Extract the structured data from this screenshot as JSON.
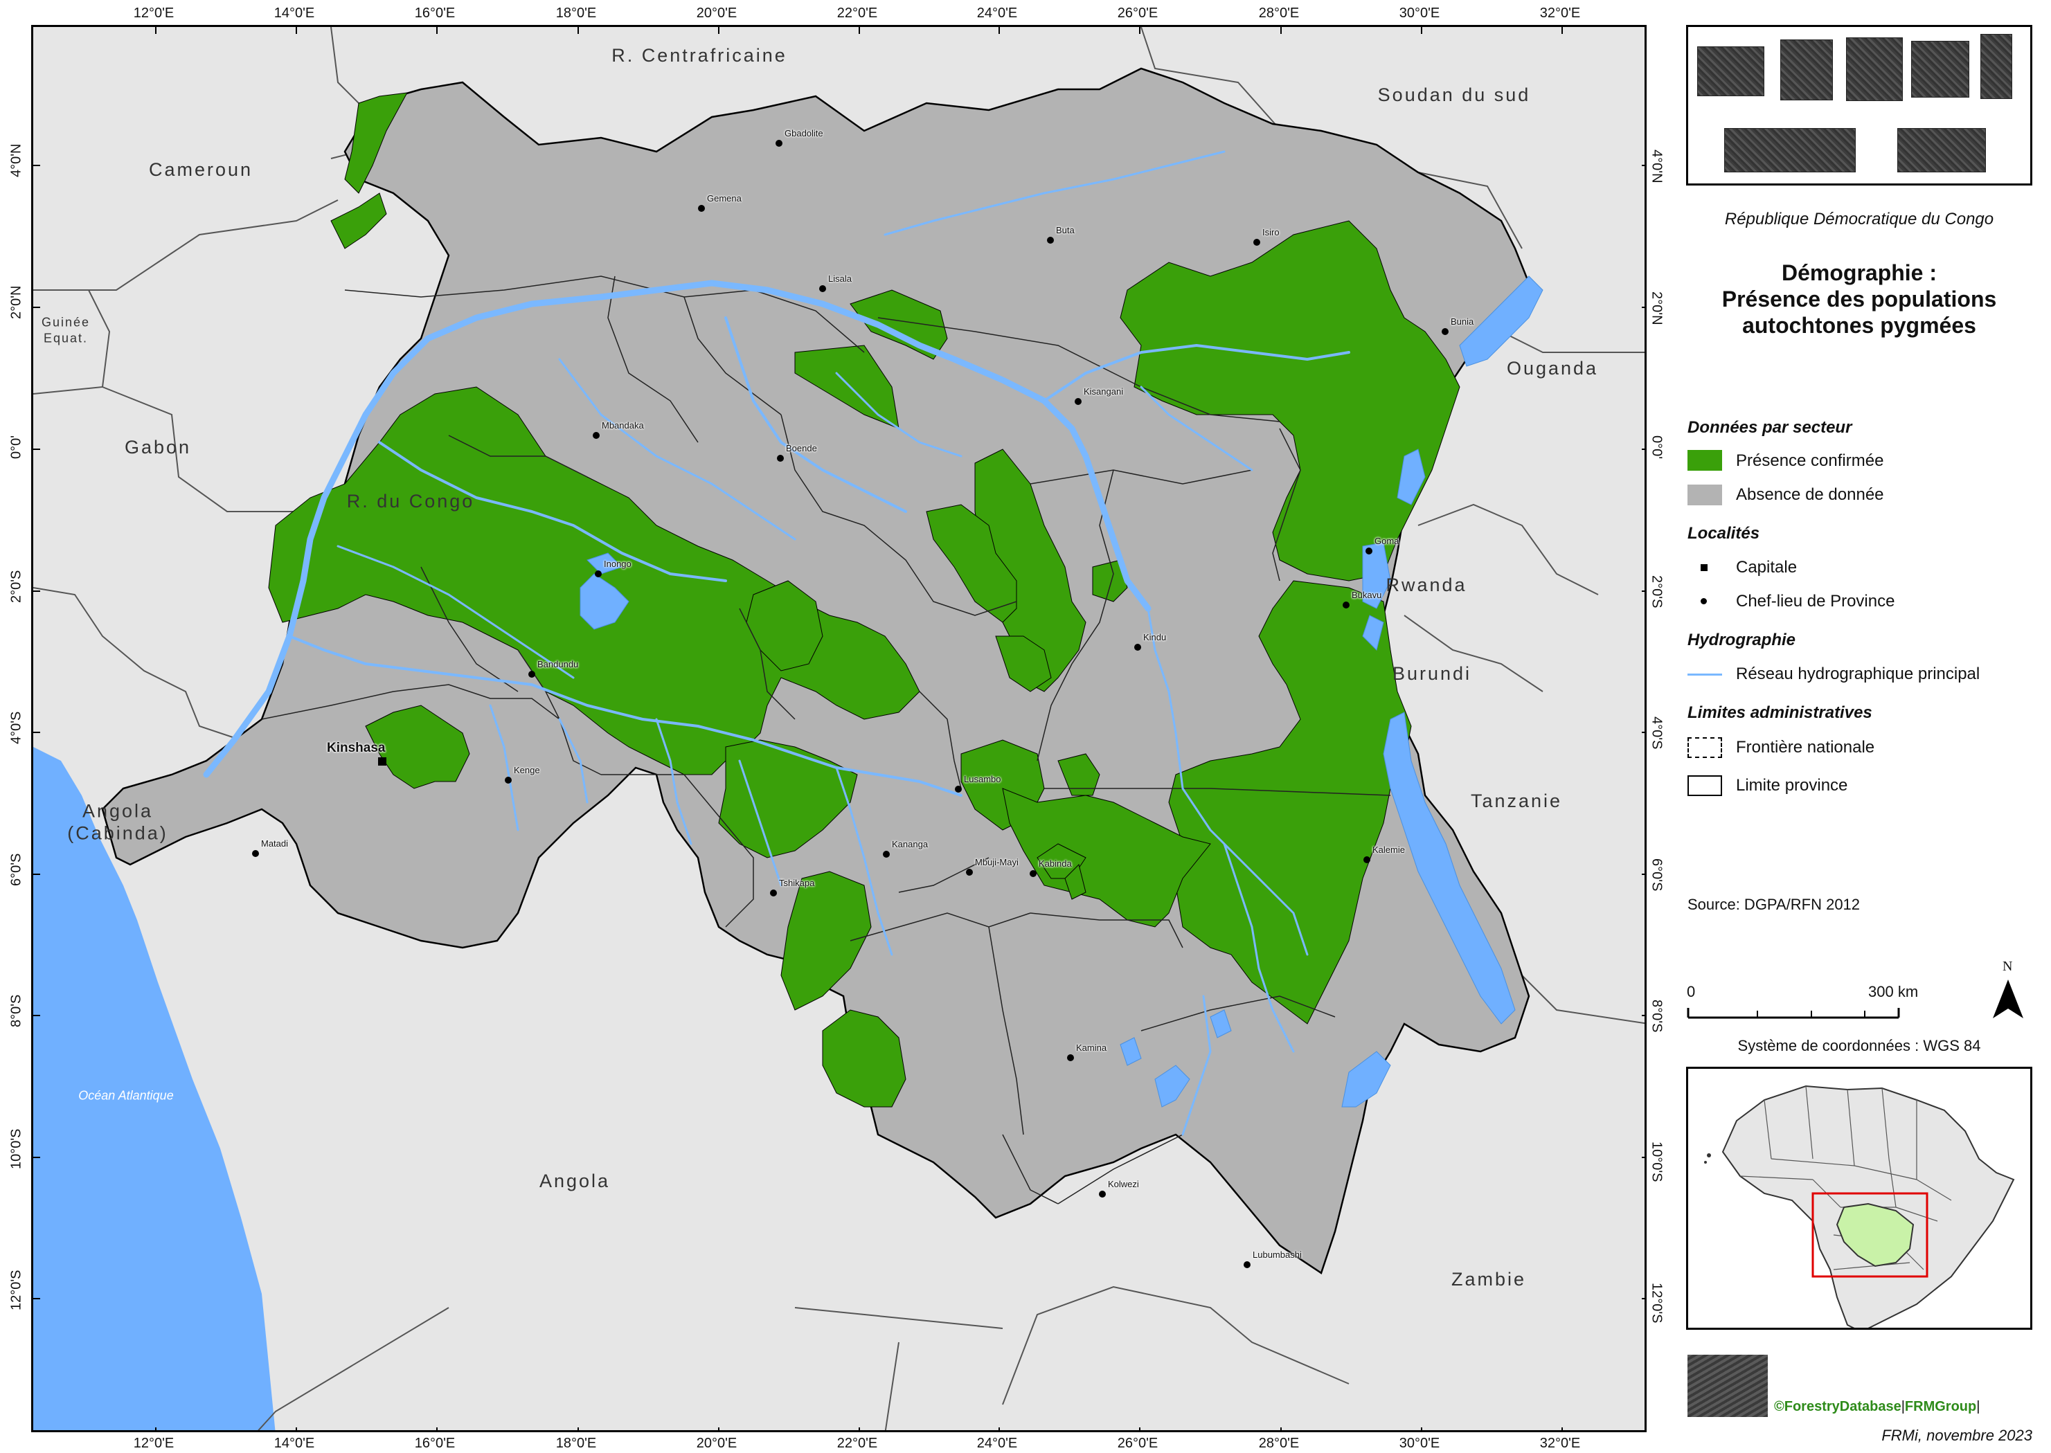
{
  "colors": {
    "drc": "#b3b3b3",
    "neighbor": "#e6e6e6",
    "water": "#70b0ff",
    "presence": "#3aa00a",
    "border": "#000000",
    "province": "#333333",
    "river": "#7ab8ff"
  },
  "axes": {
    "longitude_ticks": [
      "12°0'E",
      "14°0'E",
      "16°0'E",
      "18°0'E",
      "20°0'E",
      "22°0'E",
      "24°0'E",
      "26°0'E",
      "28°0'E",
      "30°0'E",
      "32°0'E"
    ],
    "latitude_ticks": [
      "4°0'N",
      "2°0'N",
      "0°0'",
      "2°0'S",
      "4°0'S",
      "6°0'S",
      "8°0'S",
      "10°0'S",
      "12°0'S"
    ]
  },
  "countries": [
    {
      "name": "R. Centrafricaine"
    },
    {
      "name": "Soudan du sud"
    },
    {
      "name": "Cameroun"
    },
    {
      "name": "Guinée Equat."
    },
    {
      "name": "Gabon"
    },
    {
      "name": "R. du Congo"
    },
    {
      "name": "Ouganda"
    },
    {
      "name": "Rwanda"
    },
    {
      "name": "Burundi"
    },
    {
      "name": "Tanzanie"
    },
    {
      "name": "Angola (Cabinda)"
    },
    {
      "name": "Angola"
    },
    {
      "name": "Zambie"
    }
  ],
  "ocean": "Océan Atlantique",
  "cities": [
    {
      "name": "Kinshasa",
      "kind": "capital"
    },
    {
      "name": "Gbadolite",
      "kind": "chef-lieu"
    },
    {
      "name": "Gemena",
      "kind": "chef-lieu"
    },
    {
      "name": "Buta",
      "kind": "chef-lieu"
    },
    {
      "name": "Isiro",
      "kind": "chef-lieu"
    },
    {
      "name": "Lisala",
      "kind": "chef-lieu"
    },
    {
      "name": "Bunia",
      "kind": "chef-lieu"
    },
    {
      "name": "Kisangani",
      "kind": "chef-lieu"
    },
    {
      "name": "Mbandaka",
      "kind": "chef-lieu"
    },
    {
      "name": "Boende",
      "kind": "chef-lieu"
    },
    {
      "name": "Inongo",
      "kind": "chef-lieu"
    },
    {
      "name": "Goma",
      "kind": "chef-lieu"
    },
    {
      "name": "Bukavu",
      "kind": "chef-lieu"
    },
    {
      "name": "Kindu",
      "kind": "chef-lieu"
    },
    {
      "name": "Bandundu",
      "kind": "chef-lieu"
    },
    {
      "name": "Kenge",
      "kind": "chef-lieu"
    },
    {
      "name": "Matadi",
      "kind": "chef-lieu"
    },
    {
      "name": "Lusambo",
      "kind": "chef-lieu"
    },
    {
      "name": "Kananga",
      "kind": "chef-lieu"
    },
    {
      "name": "Mbuji-Mayi",
      "kind": "chef-lieu"
    },
    {
      "name": "Kabinda",
      "kind": "chef-lieu"
    },
    {
      "name": "Tshikapa",
      "kind": "chef-lieu"
    },
    {
      "name": "Kalemie",
      "kind": "chef-lieu"
    },
    {
      "name": "Kamina",
      "kind": "chef-lieu"
    },
    {
      "name": "Kolwezi",
      "kind": "chef-lieu"
    },
    {
      "name": "Lubumbashi",
      "kind": "chef-lieu"
    }
  ],
  "panel": {
    "country_title": "République Démocratique du Congo",
    "title_line1": "Démographie :",
    "title_line2": "Présence des populations",
    "title_line3": "autochtones pygmées"
  },
  "legend": {
    "section_data": "Données par secteur",
    "presence": "Présence confirmée",
    "absence": "Absence de donnée",
    "section_localities": "Localités",
    "capital": "Capitale",
    "chef_lieu": "Chef-lieu de Province",
    "section_hydro": "Hydrographie",
    "river": "Réseau hydrographique principal",
    "section_admin": "Limites administratives",
    "national_border": "Frontière nationale",
    "province_limit": "Limite province"
  },
  "source": "Source: DGPA/RFN 2012",
  "scale": {
    "zero": "0",
    "max": "300 km",
    "north": "N"
  },
  "coord_system": "Système de coordonnées : WGS 84",
  "credits": {
    "part1": "©ForestryDatabase",
    "sep": "|",
    "part2": "FRMGroup",
    "end": "|"
  },
  "date": "FRMi, novembre 2023"
}
